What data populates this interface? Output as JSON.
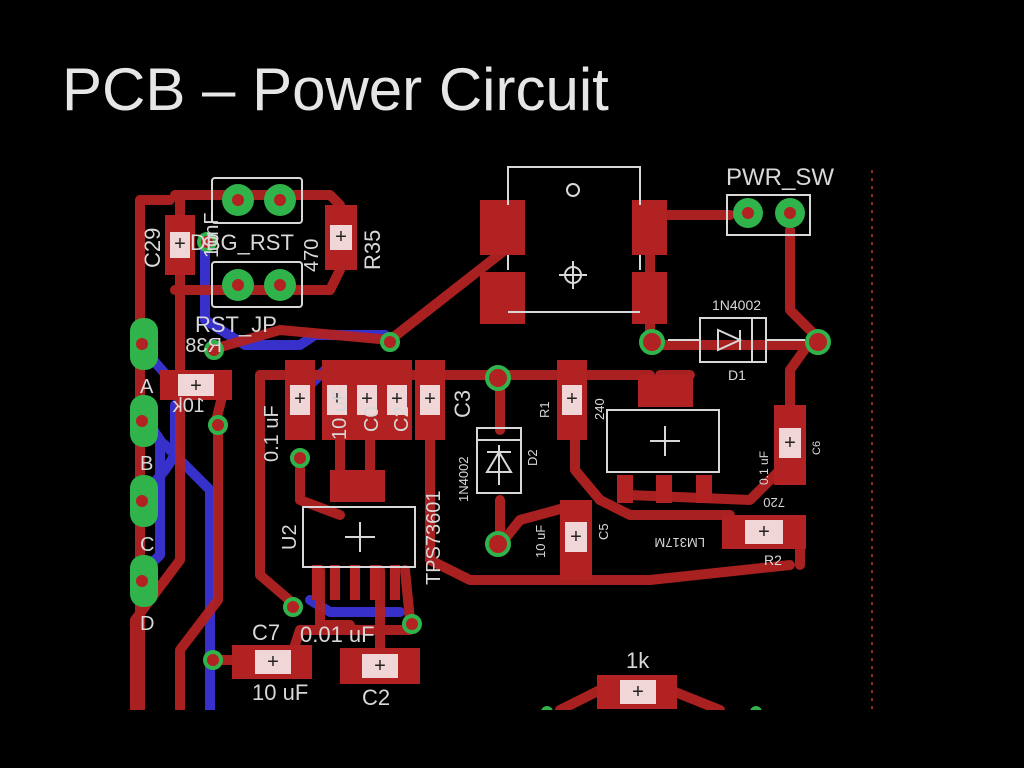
{
  "title": "PCB – Power Circuit",
  "labels": {
    "c29": "C29",
    "dbg_rst": "DBG_RST",
    "dbg_rst_top": "10nF",
    "r470": "470",
    "r35": "R35",
    "rst_jp": "RST_JP",
    "r38": "R38",
    "a": "A",
    "r10k": "10k",
    "b": "B",
    "c": "C",
    "d": "D",
    "c01uf": "0.1 uF",
    "c10uf_a": "10 uF",
    "c_overlap": "C0",
    "c_overlap2": "C2",
    "c3": "C3",
    "u2": "U2",
    "tps": "TPS73601",
    "d2_part": "1N4002",
    "d2": "D2",
    "r1": "R1",
    "r240": "240",
    "c5_val": "10 uF",
    "c5": "C5",
    "lm317": "LM317M",
    "pwr_sw": "PWR_SW",
    "d1_part": "1N4002",
    "d1": "D1",
    "c6": "C6",
    "c6_val": "0.1 uF",
    "r720": "720",
    "r2": "R2",
    "c7": "C7",
    "c7_val": "10 uF",
    "c2_val": "0.01 uF",
    "c2": "C2",
    "r1k": "1k"
  },
  "colors": {
    "background": "#000000",
    "top_copper": "#b22222",
    "bottom_copper": "#3b33d6",
    "pad": "#2fb34a",
    "silkscreen": "#d8d8d8",
    "title": "#e6e6e6"
  }
}
